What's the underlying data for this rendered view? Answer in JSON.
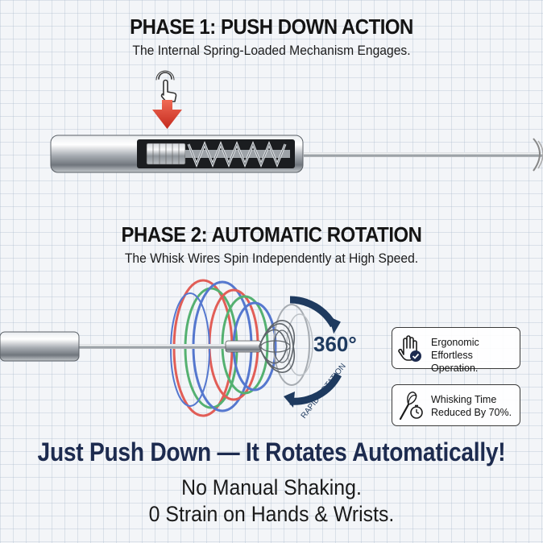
{
  "phase1": {
    "title": "PHASE 1: PUSH DOWN ACTION",
    "subtitle": "The Internal Spring-Loaded Mechanism Engages."
  },
  "phase2": {
    "title": "PHASE 2: AUTOMATIC ROTATION",
    "subtitle": "The Whisk Wires Spin Independently at High Speed.",
    "rotation_degrees": "360°",
    "rotation_label": "RAPID ROTATION"
  },
  "features": [
    {
      "icon": "hand-check-icon",
      "line1": "Ergonomic Effortless",
      "line2": "Operation."
    },
    {
      "icon": "whisk-timer-icon",
      "line1": "Whisking Time",
      "line2": "Reduced By 70%."
    }
  ],
  "tagline": "Just Push Down — It Rotates Automatically!",
  "benefits": [
    "No Manual Shaking.",
    "0 Strain on Hands & Wrists."
  ],
  "colors": {
    "arrow_red": "#d93a2b",
    "tagline_navy": "#1d2b4f",
    "rotation_navy": "#1e3a5f",
    "ring_blue": "#3b63c8",
    "ring_red": "#e0443c",
    "ring_green": "#3aa65a"
  }
}
